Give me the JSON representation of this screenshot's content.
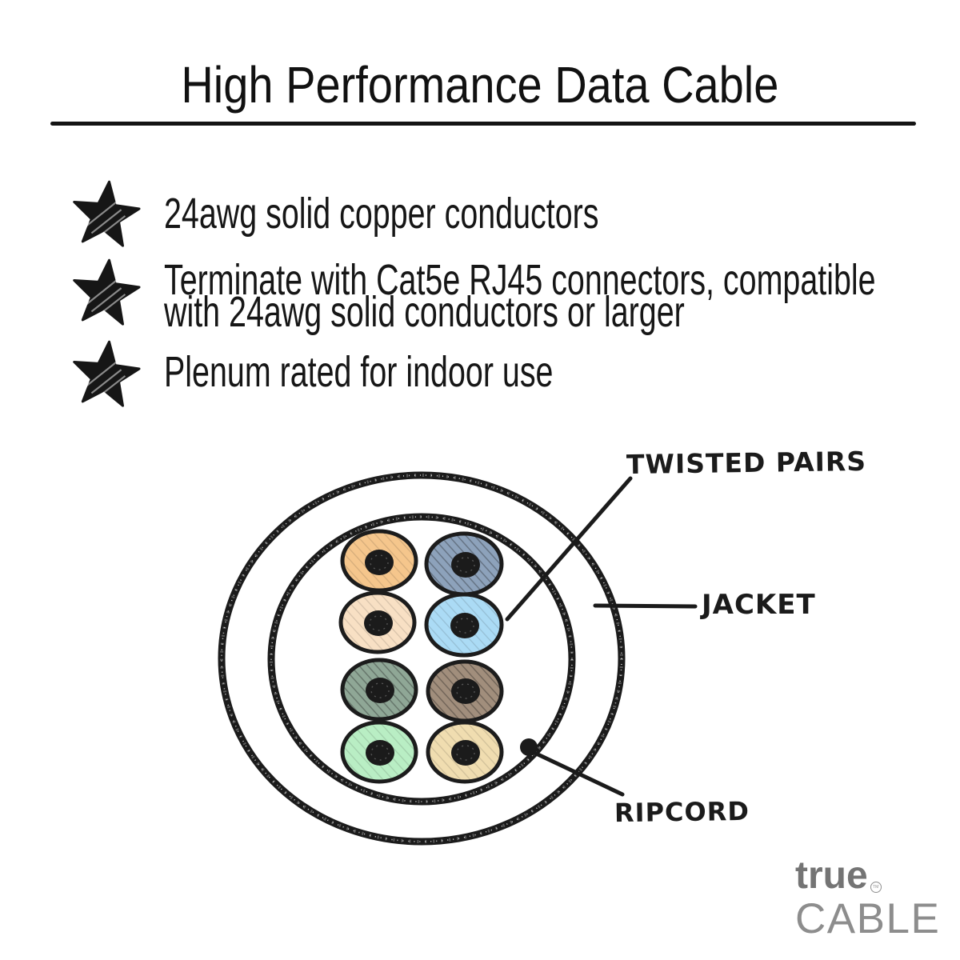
{
  "title": "High Performance Data Cable",
  "bullets": [
    {
      "text": "24awg solid copper conductors"
    },
    {
      "text": "Terminate with Cat5e RJ45 connectors, compatible\nwith 24awg solid conductors or larger"
    },
    {
      "text": "Plenum rated for indoor use"
    }
  ],
  "icons": {
    "bullet": "star-icon"
  },
  "diagram": {
    "type": "cable-cross-section",
    "labels": {
      "twisted_pairs": "TWISTED PAIRS",
      "jacket": "JACKET",
      "ripcord": "RIPCORD"
    },
    "jacket_color": "#1b1b1b",
    "conductor_color": "#1b1b1b",
    "wires": [
      {
        "name": "orange",
        "color": "#f5c68c"
      },
      {
        "name": "slate-blue",
        "color": "#8da2bb"
      },
      {
        "name": "light-orange",
        "color": "#f8e0c4"
      },
      {
        "name": "light-blue",
        "color": "#abdbf5"
      },
      {
        "name": "green",
        "color": "#8fa796"
      },
      {
        "name": "brown",
        "color": "#a18e7c"
      },
      {
        "name": "light-green",
        "color": "#b9eec4"
      },
      {
        "name": "tan",
        "color": "#f0ddb0"
      }
    ]
  },
  "logo": {
    "brand_top": "true",
    "trademark": "TM",
    "brand_bottom": "CABLE",
    "brand_color_top": "#747474",
    "brand_color_bottom": "#8d8d8d"
  },
  "colors": {
    "text": "#141414",
    "line": "#1b1b1b",
    "background": "#ffffff"
  }
}
